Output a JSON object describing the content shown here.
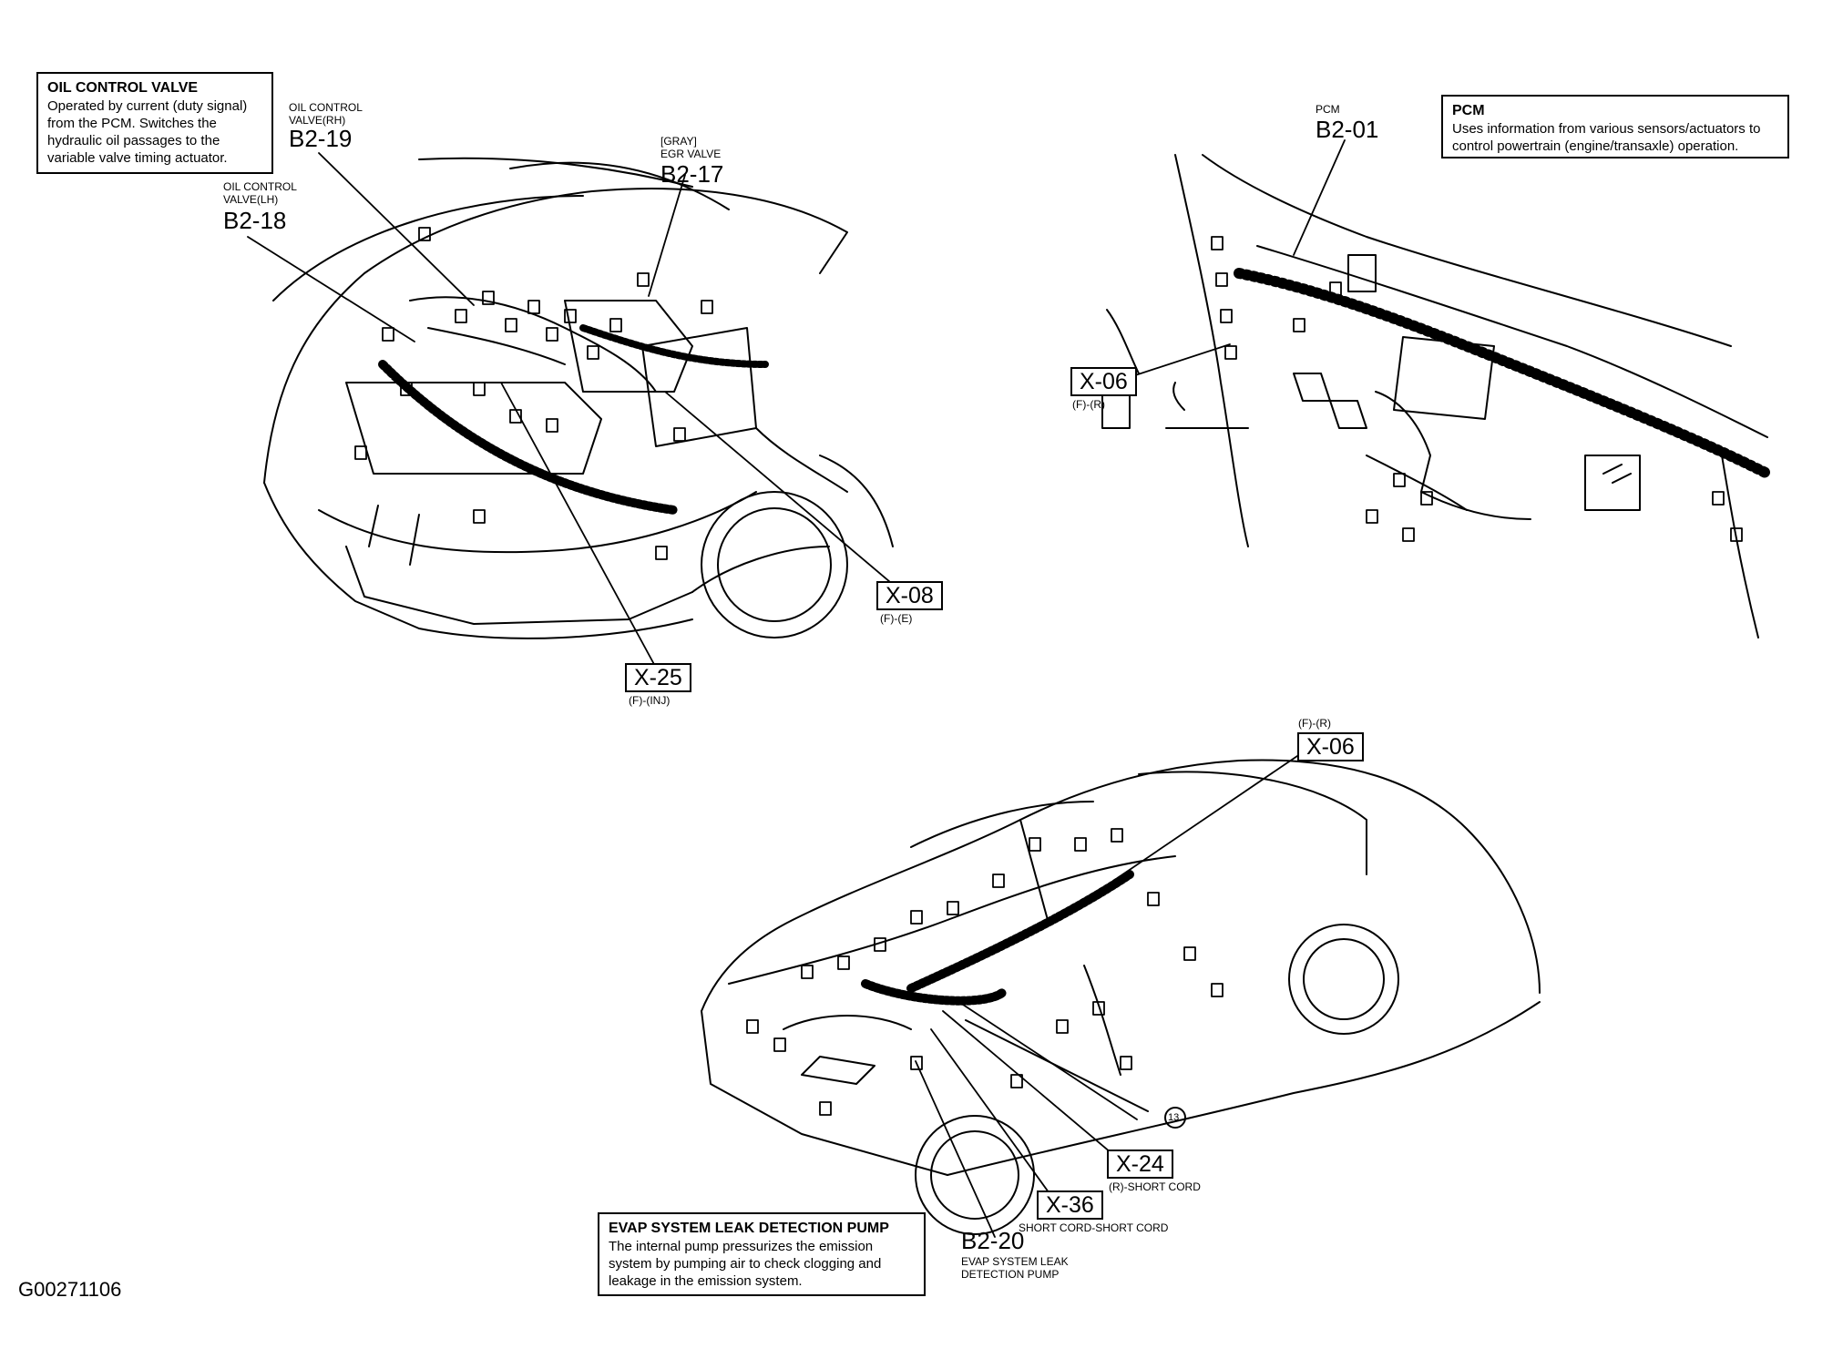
{
  "figure_id": "G00271106",
  "info_boxes": {
    "oil_control_valve": {
      "title": "OIL CONTROL VALVE",
      "body": "Operated by current (duty signal)\nfrom the PCM. Switches the\nhydraulic oil passages  to the\nvariable valve timing actuator."
    },
    "pcm": {
      "title": "PCM",
      "body": "Uses information from various sensors/actuators to\ncontrol powertrain (engine/transaxle) operation."
    },
    "evap_pump": {
      "title": "EVAP SYSTEM LEAK DETECTION PUMP",
      "body": "The internal pump pressurizes the emission\nsystem by pumping air to check clogging and\nleakage in the emission system."
    }
  },
  "connectors": {
    "b2_19": {
      "label": "OIL CONTROL\nVALVE(RH)",
      "code": "B2-19"
    },
    "b2_18": {
      "label": "OIL CONTROL\nVALVE(LH)",
      "code": "B2-18"
    },
    "b2_17": {
      "label": "[GRAY]\nEGR VALVE",
      "code": "B2-17"
    },
    "b2_01": {
      "label": "PCM",
      "code": "B2-01"
    },
    "b2_20": {
      "label": "EVAP SYSTEM LEAK\nDETECTION PUMP",
      "code": "B2-20"
    }
  },
  "joints": {
    "x08": {
      "code": "X-08",
      "note": "(F)-(E)"
    },
    "x25": {
      "code": "X-25",
      "note": "(F)-(INJ)"
    },
    "x06_dash": {
      "code": "X-06",
      "note": "(F)-(R)"
    },
    "x06_body": {
      "code": "X-06",
      "note": "(F)-(R)"
    },
    "x24": {
      "code": "X-24",
      "note": "(R)-SHORT CORD"
    },
    "x36": {
      "code": "X-36",
      "note": "SHORT CORD-SHORT CORD"
    }
  },
  "ground_point": "13"
}
